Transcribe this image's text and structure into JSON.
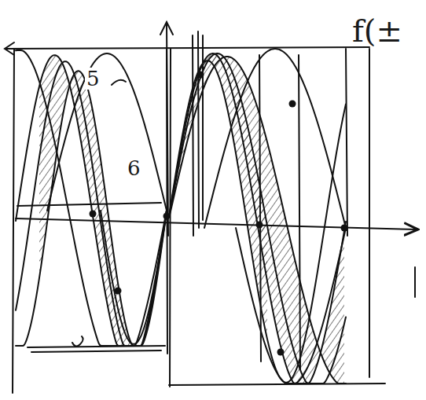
{
  "diagram": {
    "labels": [
      "5",
      "6",
      "f(±"
    ]
  }
}
